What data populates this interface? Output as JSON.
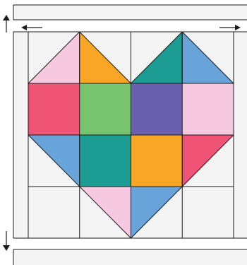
{
  "diagram": {
    "type": "heart-quilt-block-layout",
    "grid": {
      "rows": 4,
      "cols": 4
    },
    "background_color": "#f4f4f4",
    "line_color": "#1a1a1a",
    "palette": {
      "pink_light": "#f7c9e0",
      "orange": "#f9a526",
      "teal": "#1c9c92",
      "blue": "#68a4d9",
      "red_pink": "#ef5376",
      "green": "#79c46f",
      "purple": "#6b60ad"
    },
    "squares": [
      {
        "row": 1,
        "col": 0,
        "color": "red_pink"
      },
      {
        "row": 1,
        "col": 1,
        "color": "green"
      },
      {
        "row": 1,
        "col": 2,
        "color": "purple"
      },
      {
        "row": 1,
        "col": 3,
        "color": "pink_light"
      },
      {
        "row": 2,
        "col": 1,
        "color": "teal"
      },
      {
        "row": 2,
        "col": 2,
        "color": "orange"
      }
    ],
    "triangles": [
      {
        "row": 0,
        "col": 0,
        "corners": [
          "bl",
          "tr",
          "br"
        ],
        "color": "pink_light"
      },
      {
        "row": 0,
        "col": 1,
        "corners": [
          "tl",
          "bl",
          "br"
        ],
        "color": "orange"
      },
      {
        "row": 0,
        "col": 2,
        "corners": [
          "bl",
          "tr",
          "br"
        ],
        "color": "teal"
      },
      {
        "row": 0,
        "col": 3,
        "corners": [
          "tl",
          "bl",
          "br"
        ],
        "color": "blue"
      },
      {
        "row": 2,
        "col": 0,
        "corners": [
          "tl",
          "tr",
          "br"
        ],
        "color": "blue"
      },
      {
        "row": 2,
        "col": 3,
        "corners": [
          "tl",
          "tr",
          "bl"
        ],
        "color": "red_pink"
      },
      {
        "row": 3,
        "col": 1,
        "corners": [
          "tl",
          "tr",
          "br"
        ],
        "color": "pink_light"
      },
      {
        "row": 3,
        "col": 2,
        "corners": [
          "tl",
          "tr",
          "bl"
        ],
        "color": "blue"
      }
    ],
    "arrows": [
      {
        "name": "arrow-up-icon",
        "direction": "up"
      },
      {
        "name": "arrow-left-icon",
        "direction": "left"
      },
      {
        "name": "arrow-right-icon",
        "direction": "right"
      },
      {
        "name": "arrow-down-icon",
        "direction": "down"
      }
    ]
  }
}
